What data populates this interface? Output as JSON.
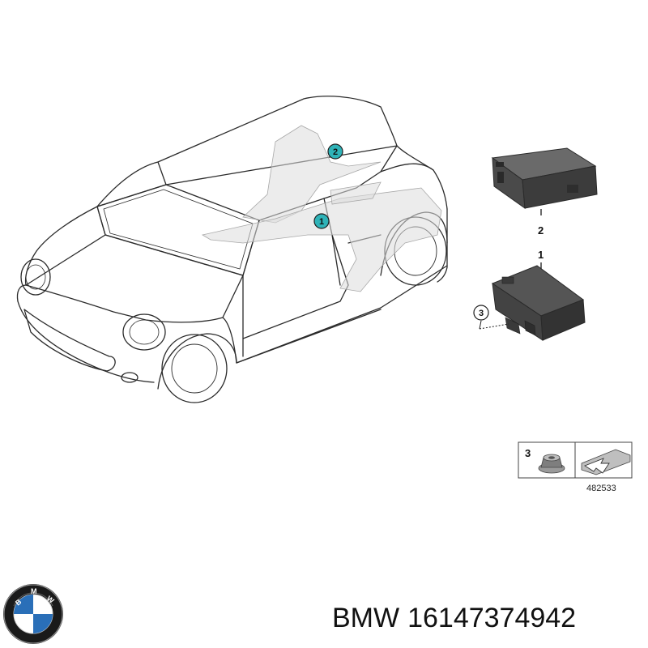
{
  "callouts": {
    "car_1": "1",
    "car_2": "2"
  },
  "parts": {
    "part_1_label": "1",
    "part_2_label": "2",
    "part_3_label": "3"
  },
  "legend": {
    "item_number": "3",
    "diagram_id": "482533"
  },
  "logo": {
    "text": "BMW",
    "colors": {
      "ring": "#1a1a1a",
      "blue": "#2a6fb8",
      "white": "#ffffff"
    }
  },
  "caption": {
    "brand": "BMW",
    "part_number": "16147374942"
  },
  "colors": {
    "callout_fill": "#2fb3b8",
    "line": "#2b2b2b",
    "module_dark": "#3a3a3a",
    "module_mid": "#5a5a5a",
    "ghost": "#d6d6d6"
  }
}
